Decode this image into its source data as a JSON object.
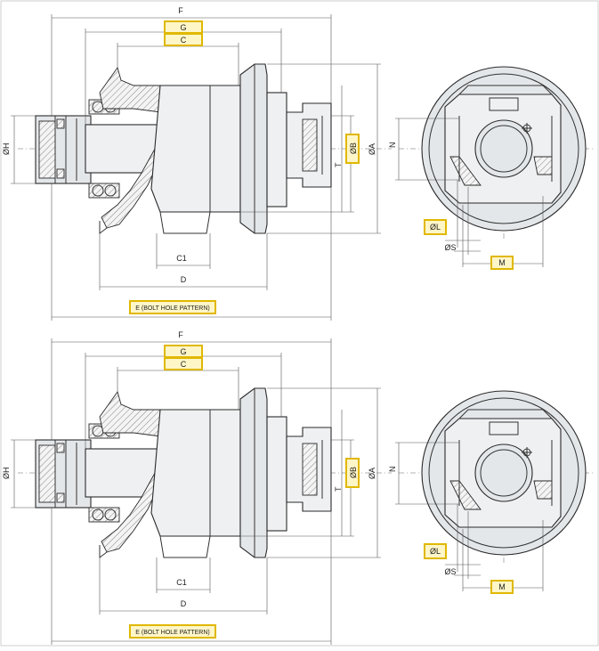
{
  "diagrams": [
    {
      "labels": {
        "F": "F",
        "G": "G",
        "C": "C",
        "C1": "C1",
        "D": "D",
        "E": "E (BOLT HOLE PATTERN)",
        "H": "ØH",
        "B": "ØB",
        "A": "ØA",
        "T": "T",
        "N": "N",
        "L": "ØL",
        "S": "ØS",
        "M": "M"
      }
    },
    {
      "labels": {
        "F": "F",
        "G": "G",
        "C": "C",
        "C1": "C1",
        "D": "D",
        "E": "E (BOLT HOLE PATTERN)",
        "H": "ØH",
        "B": "ØB",
        "A": "ØA",
        "T": "T",
        "N": "N",
        "L": "ØL",
        "S": "ØS",
        "M": "M"
      }
    }
  ],
  "colors": {
    "highlight_border": "#e0b800",
    "highlight_fill": "#fff6c8",
    "line": "#333333"
  }
}
